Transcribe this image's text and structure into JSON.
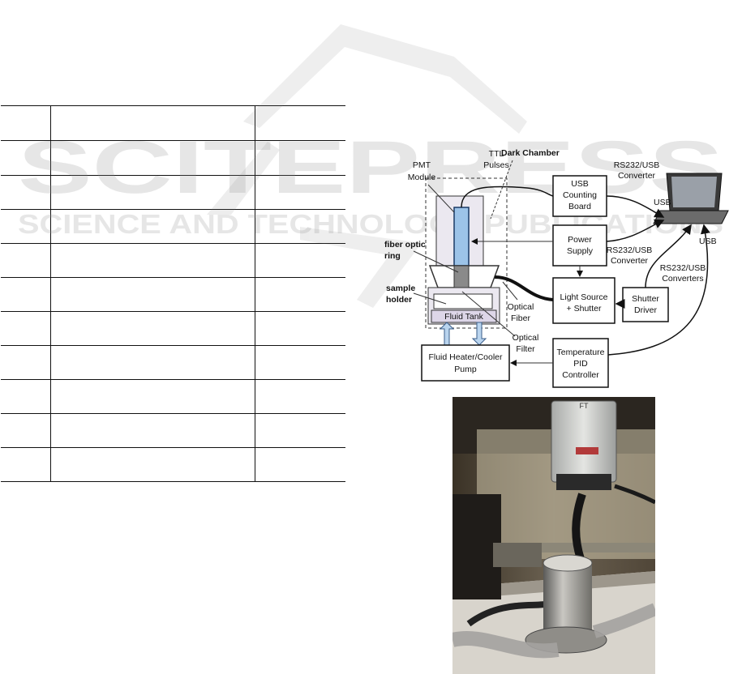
{
  "watermark": {
    "brand_word": "SCITEPRESS",
    "tagline": "SCIENCE AND TECHNOLOGY PUBLICATIONS"
  },
  "table": {
    "rows": [
      [
        "",
        "",
        ""
      ],
      [
        "",
        "",
        ""
      ],
      [
        "",
        "",
        ""
      ],
      [
        "",
        "",
        ""
      ],
      [
        "",
        "",
        ""
      ],
      [
        "",
        "",
        ""
      ],
      [
        "",
        "",
        ""
      ],
      [
        "",
        "",
        ""
      ],
      [
        "",
        "",
        ""
      ],
      [
        "",
        "",
        ""
      ],
      [
        "",
        "",
        ""
      ]
    ]
  },
  "diagram": {
    "dark_chamber": "Dark Chamber",
    "ttl_line1": "TTL",
    "ttl_line2": "Pulses",
    "pmt_line1": "PMT",
    "pmt_line2": "Module",
    "fiber_ring_line1": "fiber optic",
    "fiber_ring_line2": "ring",
    "sample_line1": "sample",
    "sample_line2": "holder",
    "fluid_tank": "Fluid Tank",
    "optical_fiber_line1": "Optical",
    "optical_fiber_line2": "Fiber",
    "optical_filter_line1": "Optical",
    "optical_filter_line2": "Filter",
    "usb_board_line1": "USB",
    "usb_board_line2": "Counting",
    "usb_board_line3": "Board",
    "power_line1": "Power",
    "power_line2": "Supply",
    "light_line1": "Light Source",
    "light_line2": "+ Shutter",
    "shutter_line1": "Shutter",
    "shutter_line2": "Driver",
    "temp_line1": "Temperature",
    "temp_line2": "PID",
    "temp_line3": "Controller",
    "heater_line1": "Fluid Heater/Cooler",
    "heater_line2": "Pump",
    "rs232_top_line1": "RS232/USB",
    "rs232_top_line2": "Converter",
    "rs232_mid_line1": "RS232/USB",
    "rs232_mid_line2": "Converter",
    "rs232_bot_line1": "RS232/USB",
    "rs232_bot_line2": "Converters",
    "usb_top": "USB",
    "usb_bottom": "USB"
  },
  "photo": {
    "device_label": "FT"
  }
}
